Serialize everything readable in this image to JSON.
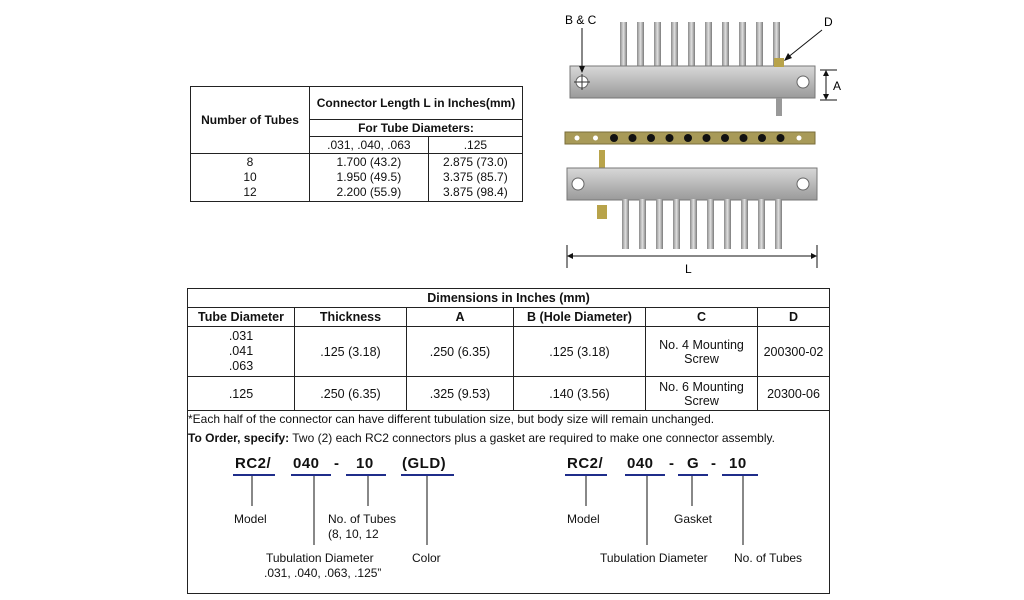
{
  "table1": {
    "col1_header": "Number of Tubes",
    "col2_header": "Connector Length L in Inches(mm)",
    "subheader": "For Tube Diameters:",
    "dia_a": ".031, .040, .063",
    "dia_b": ".125",
    "tubes": "8\n10\n12",
    "len_a": "1.700 (43.2)\n1.950 (49.5)\n2.200 (55.9)",
    "len_b": "2.875 (73.0)\n3.375 (85.7)\n3.875 (98.4)"
  },
  "table2": {
    "title": "Dimensions in Inches (mm)",
    "headers": [
      "Tube Diameter",
      "Thickness",
      "A",
      "B (Hole Diameter)",
      "C",
      "D"
    ],
    "rows": [
      [
        ".031\n.041\n.063",
        ".125 (3.18)",
        ".250 (6.35)",
        ".125 (3.18)",
        "No. 4 Mounting Screw",
        "200300-02"
      ],
      [
        ".125",
        ".250 (6.35)",
        ".325 (9.53)",
        ".140 (3.56)",
        "No. 6 Mounting Screw",
        "20300-06"
      ]
    ]
  },
  "footnote": "*Each half of the connector can have different tubulation size, but body size will remain unchanged.",
  "order": {
    "label": "To Order, specify:",
    "text": " Two (2) each RC2 connectors plus a gasket are required to make one connector assembly."
  },
  "code1": {
    "parts": [
      "RC2/",
      "040",
      "-",
      "10",
      "(GLD)"
    ],
    "labels": {
      "model": "Model",
      "tubes": "No. of Tubes",
      "tubes_opts": "(8, 10, 12",
      "tubulation": "Tubulation Diameter",
      "tubulation_opts": ".031, .040, .063, .125”",
      "color": "Color"
    }
  },
  "code2": {
    "parts": [
      "RC2/",
      "040",
      "-",
      "G",
      "-",
      "10"
    ],
    "labels": {
      "model": "Model",
      "gasket": "Gasket",
      "tubulation": "Tubulation Diameter",
      "tubes": "No. of Tubes"
    }
  },
  "diagram": {
    "label_bc": "B & C",
    "label_d": "D",
    "label_a": "A",
    "label_l": "L"
  },
  "colors": {
    "underline": "#1f2d8a",
    "line": "#222222",
    "gasket": "#a89a58"
  }
}
